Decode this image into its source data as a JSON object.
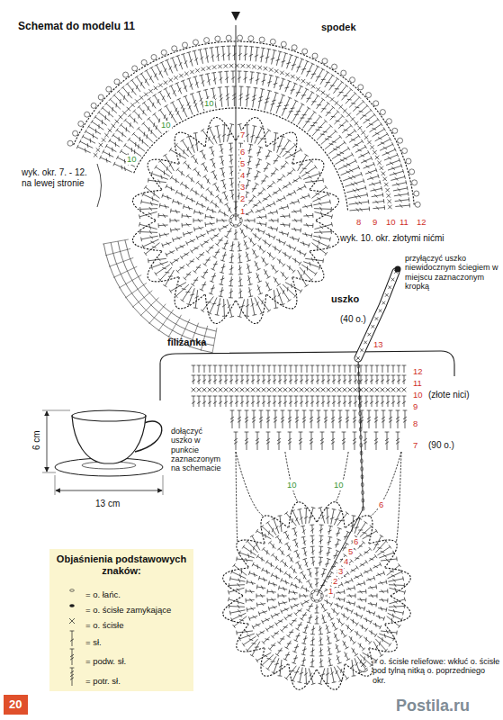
{
  "diagram": {
    "title": "Schemat do modelu 11",
    "nodes": [
      {
        "text": [
          "20"
        ]
      }
    ],
    "labels": [
      "spodek",
      "wyk. okr. 7. - 12. na lewej stronie",
      "1",
      "2",
      "3",
      "4",
      "5",
      "6",
      "7",
      "10",
      "10",
      "10",
      "8",
      "9",
      "10",
      "11",
      "12",
      "wyk. 10. okr. złotymi nićmi",
      "przyłączyć uszko niewidocznym ściegiem w miejscu zaznaczonym kropką",
      "uszko",
      "(40 o.)",
      "13",
      "filiżanka",
      "12",
      "11",
      "10",
      "(złote nici)",
      "9",
      "8",
      "7",
      "(90 o.)",
      "10",
      "10",
      "1",
      "2",
      "3",
      "4",
      "5",
      "6",
      "6",
      "6 cm",
      "13 cm",
      "dołączyć uszko w punkcie zaznaczonym na schemacie",
      "Objaśnienia podstawowych znaków:",
      "= o. ścisłe reliefowe: wkłuć o. ścisłe pod tylną nitką o. poprzedniego okr.",
      "Postila.ru"
    ],
    "legend": [
      {
        "text": "= o. łańc."
      },
      {
        "text": "= o. ścisłe zamykające"
      },
      {
        "text": "= o. ścisłe"
      },
      {
        "text": "= sł."
      },
      {
        "text": "= podw. sł."
      },
      {
        "text": "= potr. sł."
      }
    ]
  }
}
